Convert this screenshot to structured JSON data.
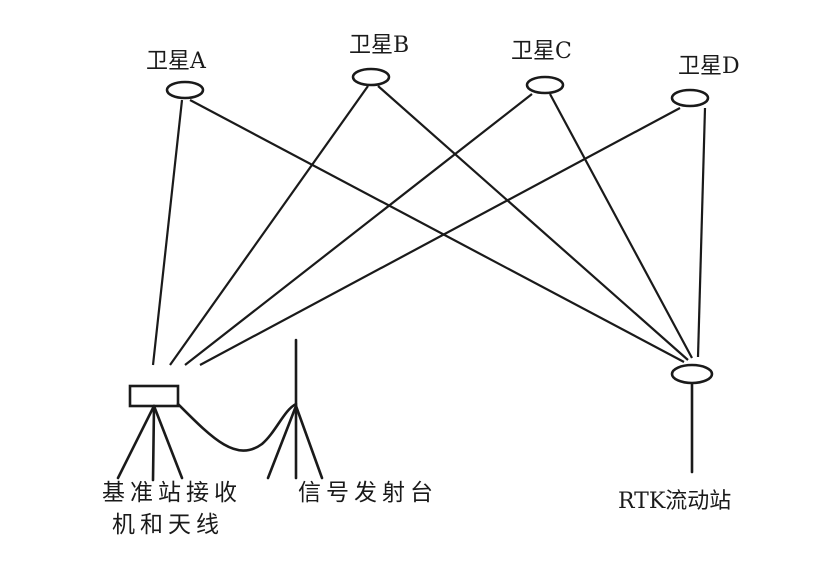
{
  "satellites": {
    "a": "卫星A",
    "b": "卫星B",
    "c": "卫星C",
    "d": "卫星D"
  },
  "base_station": {
    "line1": "基准站接收",
    "line2": "机和天线"
  },
  "signal_tower": "信号发射台",
  "rover": "RTK流动站"
}
